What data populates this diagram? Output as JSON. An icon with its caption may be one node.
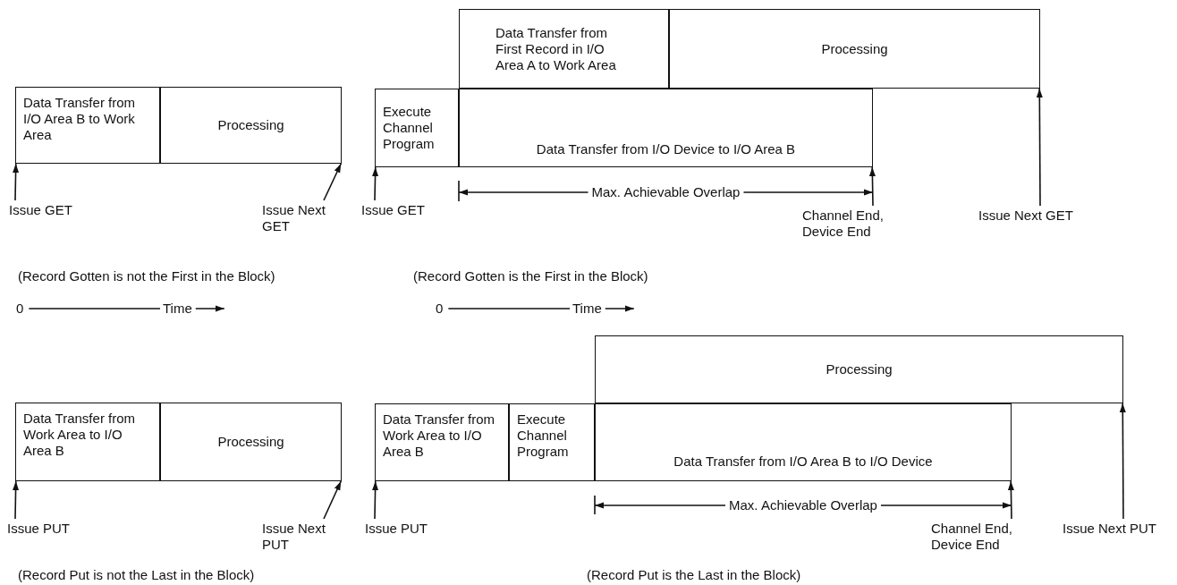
{
  "diagram": {
    "nodes": [
      {
        "text": [
          "Data Transfer from I/O Area B to Work Area"
        ]
      },
      {
        "text": [
          "Processing"
        ]
      },
      {
        "text": [
          "Data Transfer from First Record in I/O Area A to Work Area"
        ]
      },
      {
        "text": [
          "Processing"
        ]
      },
      {
        "text": [
          "Execute Channel Program"
        ]
      },
      {
        "text": [
          "Data Transfer from I/O Device to I/O Area B"
        ]
      },
      {
        "text": [
          "Data Transfer from Work Area to I/O Area B"
        ]
      },
      {
        "text": [
          "Processing"
        ]
      },
      {
        "text": [
          "Processing"
        ]
      },
      {
        "text": [
          "Data Transfer from Work Area to I/O Area B"
        ]
      },
      {
        "text": [
          "Execute Channel Program"
        ]
      },
      {
        "text": [
          "Data Transfer from I/O Area B to I/O Device"
        ]
      },
      {
        "text": [
          "Issue GET"
        ]
      },
      {
        "text": [
          "Issue Next GET"
        ]
      },
      {
        "text": [
          "Issue GET"
        ]
      },
      {
        "text": [
          "Channel End, Device End"
        ]
      },
      {
        "text": [
          "Issue Next GET"
        ]
      },
      {
        "text": [
          "Issue PUT"
        ]
      },
      {
        "text": [
          "Issue Next PUT"
        ]
      },
      {
        "text": [
          "Issue PUT"
        ]
      },
      {
        "text": [
          "Channel End, Device End"
        ]
      },
      {
        "text": [
          "Issue Next PUT"
        ]
      }
    ],
    "edges": [
      {
        "from": 12,
        "to": 0,
        "arrow": "to"
      },
      {
        "from": 13,
        "to": 1,
        "arrow": "to"
      },
      {
        "from": 14,
        "to": 4,
        "arrow": "to"
      },
      {
        "from": 15,
        "to": 5,
        "arrow": "to"
      },
      {
        "from": 16,
        "to": 3,
        "arrow": "to"
      },
      {
        "from": 17,
        "to": 6,
        "arrow": "to"
      },
      {
        "from": 18,
        "to": 7,
        "arrow": "to"
      },
      {
        "from": 19,
        "to": 9,
        "arrow": "to"
      },
      {
        "from": 20,
        "to": 11,
        "arrow": "to"
      },
      {
        "from": 21,
        "to": 8,
        "arrow": "to"
      }
    ],
    "labels": [
      "Max. Achievable Overlap",
      "(Record Gotten is not the First in the Block)",
      "(Record Gotten is the First in the Block)",
      "0",
      "Time",
      "0",
      "Time",
      "Max. Achievable Overlap",
      "(Record Put is not the Last in the Block)",
      "(Record Put is the Last in the Block)"
    ]
  }
}
